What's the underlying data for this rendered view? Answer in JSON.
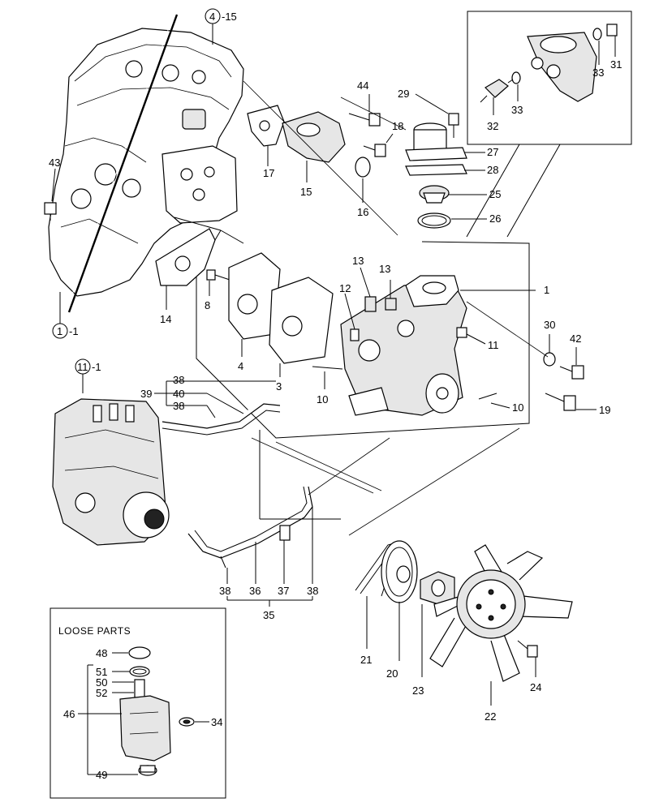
{
  "callouts": {
    "c4_15": "4",
    "c4_15s": "-15",
    "c1_1": "1",
    "c1_1s": "-1",
    "c11_1": "11",
    "c11_1s": "-1",
    "n43": "43",
    "n44": "44",
    "n18": "18",
    "n29": "29",
    "n27": "27",
    "n28": "28",
    "n25": "25",
    "n26": "26",
    "n17": "17",
    "n15": "15",
    "n16": "16",
    "n14": "14",
    "n8": "8",
    "n4": "4",
    "n3": "3",
    "n12": "12",
    "n13a": "13",
    "n13b": "13",
    "n1": "1",
    "n11": "11",
    "n10a": "10",
    "n10b": "10",
    "n30": "30",
    "n42": "42",
    "n19": "19",
    "n31": "31",
    "n32": "32",
    "n33a": "33",
    "n33b": "33",
    "n38a": "38",
    "n40": "40",
    "n38b": "38",
    "n39": "39",
    "n38c": "38",
    "n36": "36",
    "n37": "37",
    "n38d": "38",
    "n35": "35",
    "n21": "21",
    "n20": "20",
    "n23": "23",
    "n24": "24",
    "n22": "22",
    "n48": "48",
    "n51": "51",
    "n50": "50",
    "n52": "52",
    "n46": "46",
    "n34": "34",
    "n49": "49"
  },
  "loose_parts": {
    "title": "LOOSE PARTS"
  }
}
